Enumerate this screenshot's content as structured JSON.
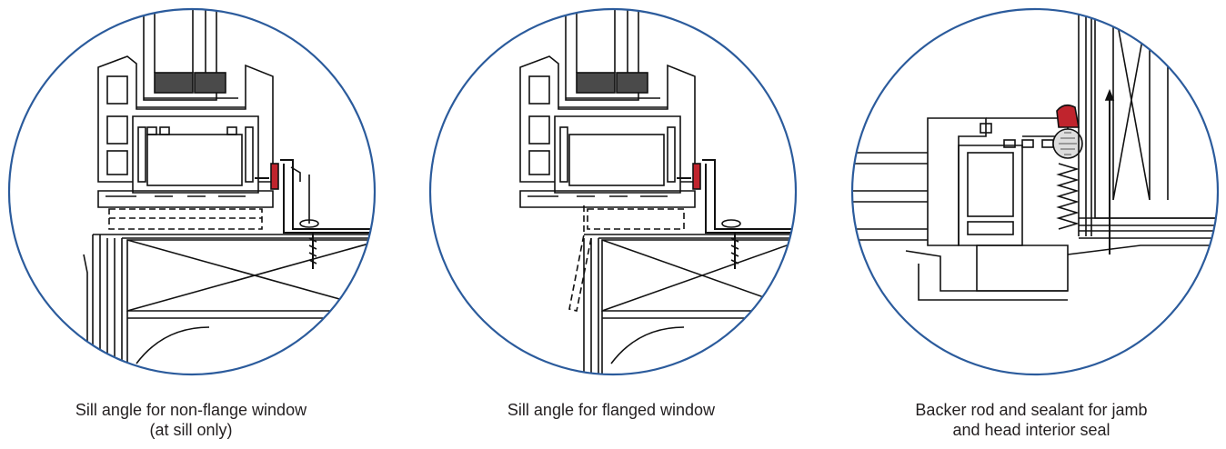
{
  "colors": {
    "circle": "#2b5b9c",
    "line": "#111111",
    "sealant": "#c0242d",
    "gasket": "#4a4a4a",
    "background": "#ffffff"
  },
  "details": [
    {
      "caption_line1": "Sill angle for non-flange window",
      "caption_line2": "(at sill only)"
    },
    {
      "caption_line1": "Sill angle for flanged window",
      "caption_line2": ""
    },
    {
      "caption_line1": "Backer rod and sealant for jamb",
      "caption_line2": "and head interior seal"
    }
  ]
}
